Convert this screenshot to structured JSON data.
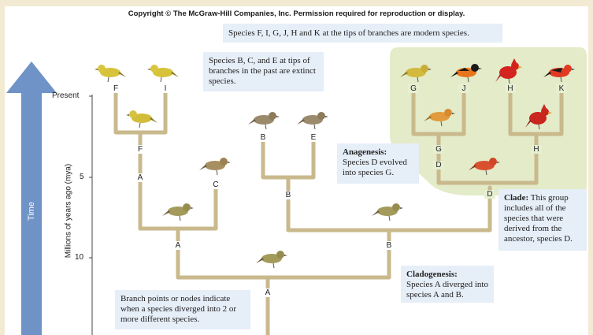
{
  "copyright": "Copyright © The McGraw-Hill Companies, Inc. Permission required for reproduction or display.",
  "axis": {
    "time_label": "Time",
    "mya_label": "Millions of years ago (mya)",
    "ticks": [
      "Present",
      "5",
      "10"
    ]
  },
  "boxes": {
    "modern": "Species F, I, G, J, H and K at the tips of branches are modern species.",
    "extinct": "Species B, C, and E at tips of branches in the past are extinct species.",
    "anagenesis_title": "Anagenesis:",
    "anagenesis_text": "Species D evolved into species G.",
    "clade_title": "Clade:",
    "clade_text": "This group includes all of the species that were derived from the ancestor, species D.",
    "cladogenesis_title": "Cladogenesis:",
    "cladogenesis_text": "Species A diverged into species A and B.",
    "branch_points": "Branch points or nodes indicate when a species diverged into 2 or more different species."
  },
  "nodes": {
    "tip_F": "F",
    "tip_I": "I",
    "tip_G": "G",
    "tip_J": "J",
    "tip_H": "H",
    "tip_K": "K",
    "tip_B": "B",
    "tip_E": "E",
    "tip_C": "C",
    "n_F": "F",
    "n_A_upper": "A",
    "n_A_mid": "A",
    "n_A_root": "A",
    "n_B_upper": "B",
    "n_B_mid": "B",
    "n_G": "G",
    "n_D_upper": "D",
    "n_H": "H",
    "n_D_lower": "D"
  },
  "colors": {
    "arrow": "#6f93c6",
    "branch": "#c9b98c",
    "clade_bg": "#e3ebc9",
    "box_bg": "#e6eef8"
  }
}
